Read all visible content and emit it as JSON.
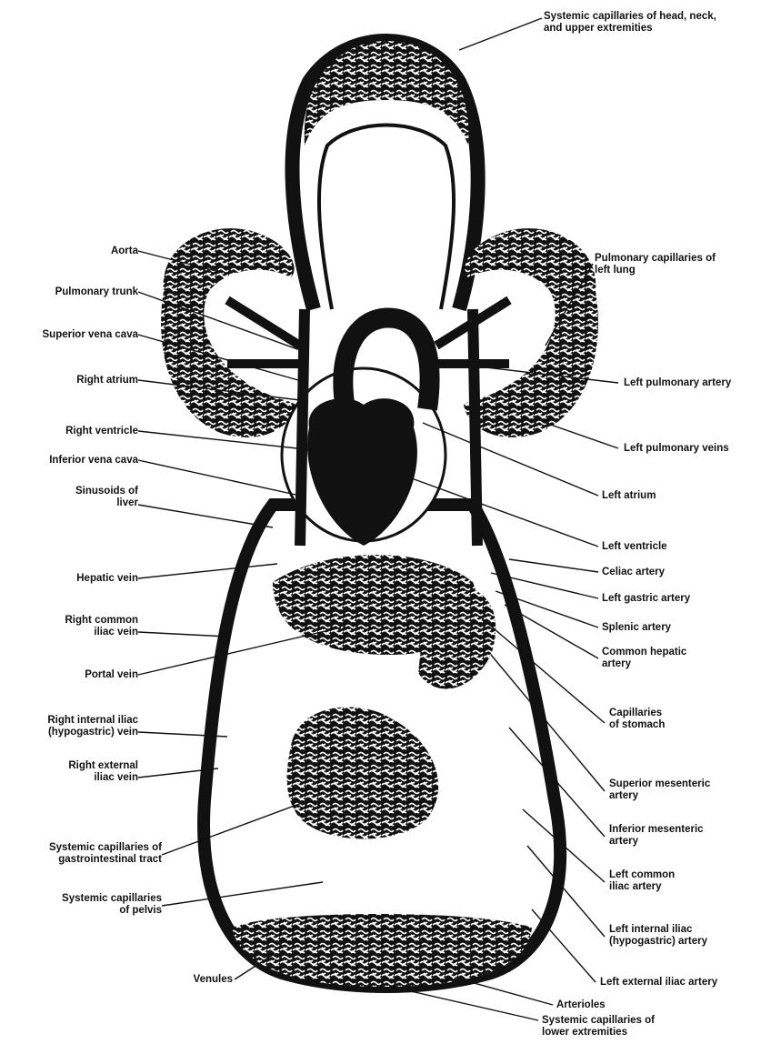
{
  "diagram": {
    "labels": {
      "systemic_capillaries_head": [
        "Systemic capillaries of head, neck,",
        "and upper extremities"
      ],
      "aorta": [
        "Aorta"
      ],
      "pulmonary_trunk": [
        "Pulmonary trunk"
      ],
      "superior_vena_cava": [
        "Superior vena cava"
      ],
      "right_atrium": [
        "Right atrium"
      ],
      "right_ventricle": [
        "Right ventricle"
      ],
      "inferior_vena_cava": [
        "Inferior vena cava"
      ],
      "sinusoids_of_liver": [
        "Sinusoids of",
        "liver"
      ],
      "hepatic_vein": [
        "Hepatic vein"
      ],
      "right_common_iliac_vein": [
        "Right common",
        "iliac vein"
      ],
      "portal_vein": [
        "Portal vein"
      ],
      "right_internal_iliac_vein": [
        "Right internal iliac",
        "(hypogastric) vein"
      ],
      "right_external_iliac_vein": [
        "Right external",
        "iliac vein"
      ],
      "systemic_capillaries_gi": [
        "Systemic capillaries of",
        "gastrointestinal tract"
      ],
      "systemic_capillaries_pelvis": [
        "Systemic capillaries",
        "of pelvis"
      ],
      "venules": [
        "Venules"
      ],
      "pulmonary_capillaries_left_lung": [
        "Pulmonary capillaries of",
        "left lung"
      ],
      "left_pulmonary_artery": [
        "Left pulmonary artery"
      ],
      "left_pulmonary_veins": [
        "Left pulmonary veins"
      ],
      "left_atrium": [
        "Left atrium"
      ],
      "left_ventricle": [
        "Left ventricle"
      ],
      "celiac_artery": [
        "Celiac artery"
      ],
      "left_gastric_artery": [
        "Left gastric artery"
      ],
      "splenic_artery": [
        "Splenic artery"
      ],
      "common_hepatic_artery": [
        "Common hepatic",
        "artery"
      ],
      "capillaries_of_stomach": [
        "Capillaries",
        "of stomach"
      ],
      "superior_mesenteric_artery": [
        "Superior mesenteric",
        "artery"
      ],
      "inferior_mesenteric_artery": [
        "Inferior mesenteric",
        "artery"
      ],
      "left_common_iliac_artery": [
        "Left common",
        "iliac artery"
      ],
      "left_internal_iliac_artery": [
        "Left internal iliac",
        "(hypogastric) artery"
      ],
      "left_external_iliac_artery": [
        "Left external iliac artery"
      ],
      "arterioles": [
        "Arterioles"
      ],
      "systemic_capillaries_lower": [
        "Systemic capillaries of",
        "lower extremities"
      ]
    }
  }
}
